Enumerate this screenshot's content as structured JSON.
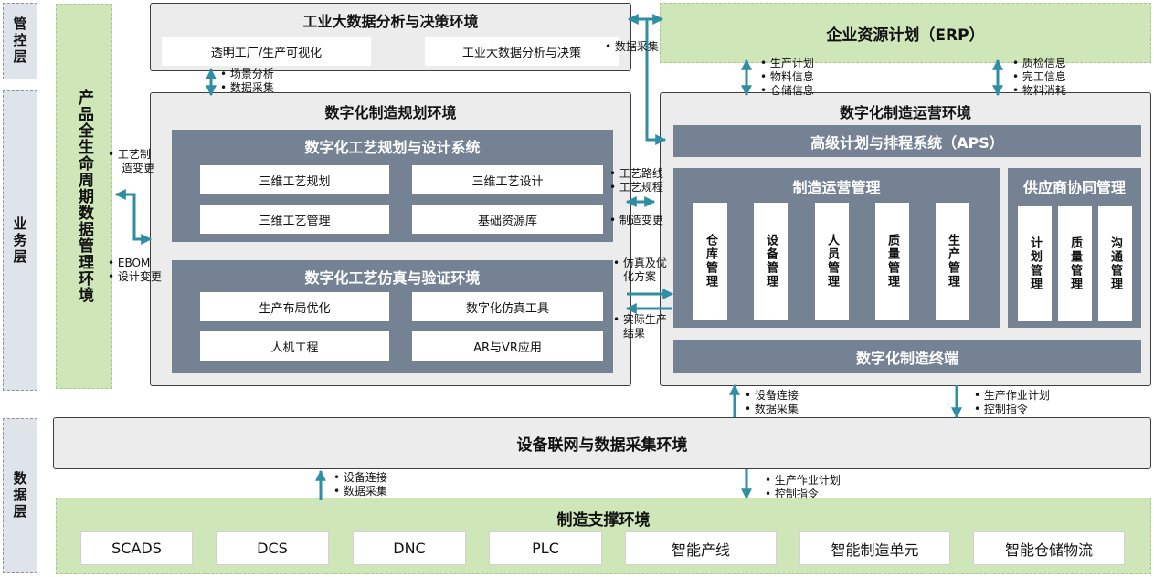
{
  "layers": {
    "control": "管控层",
    "business": "业务层",
    "data": "数据层"
  },
  "lifecycle": "产品全生命周期数据管理环境",
  "bigdata": {
    "title": "工业大数据分析与决策环境",
    "items": [
      "透明工厂/生产可视化",
      "工业大数据分析与决策"
    ]
  },
  "erp": {
    "title": "企业资源计划（ERP）"
  },
  "planning": {
    "title": "数字化制造规划环境",
    "design": {
      "title": "数字化工艺规划与设计系统",
      "items": [
        "三维工艺规划",
        "三维工艺设计",
        "三维工艺管理",
        "基础资源库"
      ]
    },
    "sim": {
      "title": "数字化工艺仿真与验证环境",
      "items": [
        "生产布局优化",
        "数字化仿真工具",
        "人机工程",
        "AR与VR应用"
      ]
    }
  },
  "operation": {
    "title": "数字化制造运营环境",
    "aps": "高级计划与排程系统（APS）",
    "mom": {
      "title": "制造运营管理",
      "items": [
        "仓库管理",
        "设备管理",
        "人员管理",
        "质量管理",
        "生产管理"
      ]
    },
    "supplier": {
      "title": "供应商协同管理",
      "items": [
        "计划管理",
        "质量管理",
        "沟通管理"
      ]
    },
    "terminal": "数字化制造终端"
  },
  "network": {
    "title": "设备联网与数据采集环境"
  },
  "support": {
    "title": "制造支撑环境",
    "items": [
      "SCADS",
      "DCS",
      "DNC",
      "PLC",
      "智能产线",
      "智能制造单元",
      "智能仓储物流"
    ]
  },
  "notes": {
    "bigdata_erp": [
      "数据采集"
    ],
    "bigdata_planning": [
      "场景分析",
      "数据采集"
    ],
    "erp_op_left": [
      "生产计划",
      "物料信息",
      "仓储信息"
    ],
    "erp_op_right": [
      "质检信息",
      "完工信息",
      "物料消耗"
    ],
    "lifecycle_top": [
      "工艺制",
      "造变更"
    ],
    "lifecycle_bottom": [
      "EBOM",
      "设计变更"
    ],
    "route": [
      "工艺路线",
      "工艺规程"
    ],
    "change": [
      "制造变更"
    ],
    "sim_plan": [
      "仿真及优",
      "化方案"
    ],
    "actual": [
      "实际生产",
      "结果"
    ],
    "op_net_up": [
      "设备连接",
      "数据采集"
    ],
    "op_net_down": [
      "生产作业计划",
      "控制指令"
    ],
    "net_sup_up": [
      "设备连接",
      "数据采集"
    ],
    "net_sup_down": [
      "生产作业计划",
      "控制指令"
    ]
  },
  "colors": {
    "arrow": "#2f8ea4",
    "dark_panel": "#758294",
    "green": "#cfe6b8",
    "layer": "#dfe3ea"
  }
}
